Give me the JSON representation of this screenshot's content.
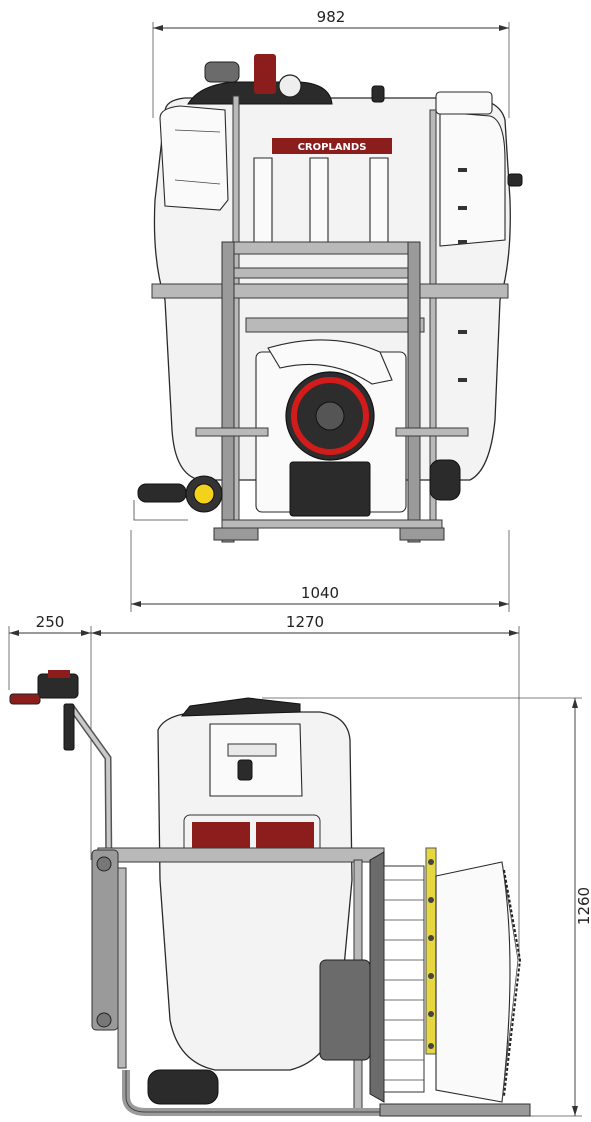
{
  "dimensions": {
    "front_top_width": "982",
    "front_bottom_width": "1040",
    "side_arm_offset": "250",
    "side_length": "1270",
    "side_height": "1260"
  },
  "labels": {
    "brand": "CROPLANDS"
  },
  "colors": {
    "brand_red": "#8b1d1d",
    "fan_ring_red": "#d21c1c",
    "valve_yellow": "#f2d21a",
    "nozzle_yellow": "#e6d640"
  },
  "icons": {
    "valve": "control-valve-icon",
    "engine": "engine-icon",
    "fan": "fan-icon"
  }
}
